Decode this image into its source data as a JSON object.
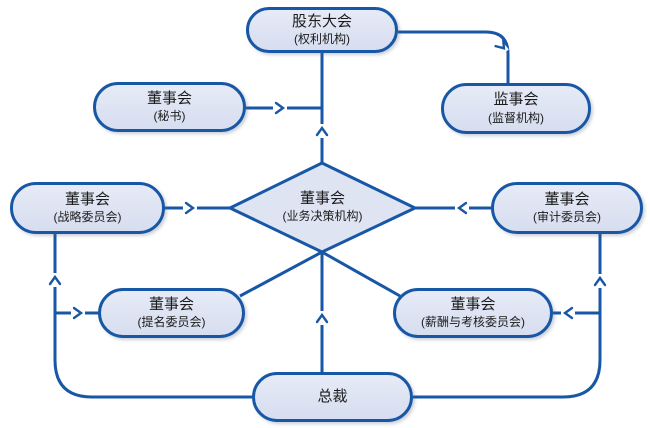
{
  "diagram": {
    "type": "corporate-governance-flowchart",
    "colors": {
      "line": "#1757a6",
      "node_border": "#1757a6",
      "node_fill": "#dfe4f3",
      "text": "#1b1b1b",
      "background": "#ffffff"
    },
    "nodes": {
      "shareholders": {
        "title": "股东大会",
        "subtitle": "(权利机构)"
      },
      "secretary": {
        "title": "董事会",
        "subtitle": "(秘书)"
      },
      "supervisory": {
        "title": "监事会",
        "subtitle": "(监督机构)"
      },
      "strategy": {
        "title": "董事会",
        "subtitle": "(战略委员会)"
      },
      "board": {
        "title": "董事会",
        "subtitle": "(业务决策机构)"
      },
      "audit": {
        "title": "董事会",
        "subtitle": "(审计委员会)"
      },
      "nomination": {
        "title": "董事会",
        "subtitle": "(提名委员会)"
      },
      "compensation": {
        "title": "董事会",
        "subtitle": "(薪酬与考核委员会)"
      },
      "president": {
        "title": "总裁"
      }
    },
    "edges": [
      {
        "from": "board",
        "to": "shareholders",
        "arrow": "to"
      },
      {
        "from": "secretary",
        "to": "board",
        "arrow": "to"
      },
      {
        "from": "shareholders",
        "to": "supervisory",
        "arrow": "to"
      },
      {
        "from": "strategy",
        "to": "board",
        "arrow": "to"
      },
      {
        "from": "audit",
        "to": "board",
        "arrow": "to"
      },
      {
        "from": "board",
        "to": "nomination",
        "arrow": "none"
      },
      {
        "from": "board",
        "to": "compensation",
        "arrow": "none"
      },
      {
        "from": "president",
        "to": "board",
        "arrow": "to"
      },
      {
        "from": "president",
        "to": "strategy",
        "arrow": "to"
      },
      {
        "from": "president",
        "to": "nomination",
        "arrow": "to"
      },
      {
        "from": "president",
        "to": "audit",
        "arrow": "to"
      },
      {
        "from": "president",
        "to": "compensation",
        "arrow": "to"
      }
    ]
  }
}
